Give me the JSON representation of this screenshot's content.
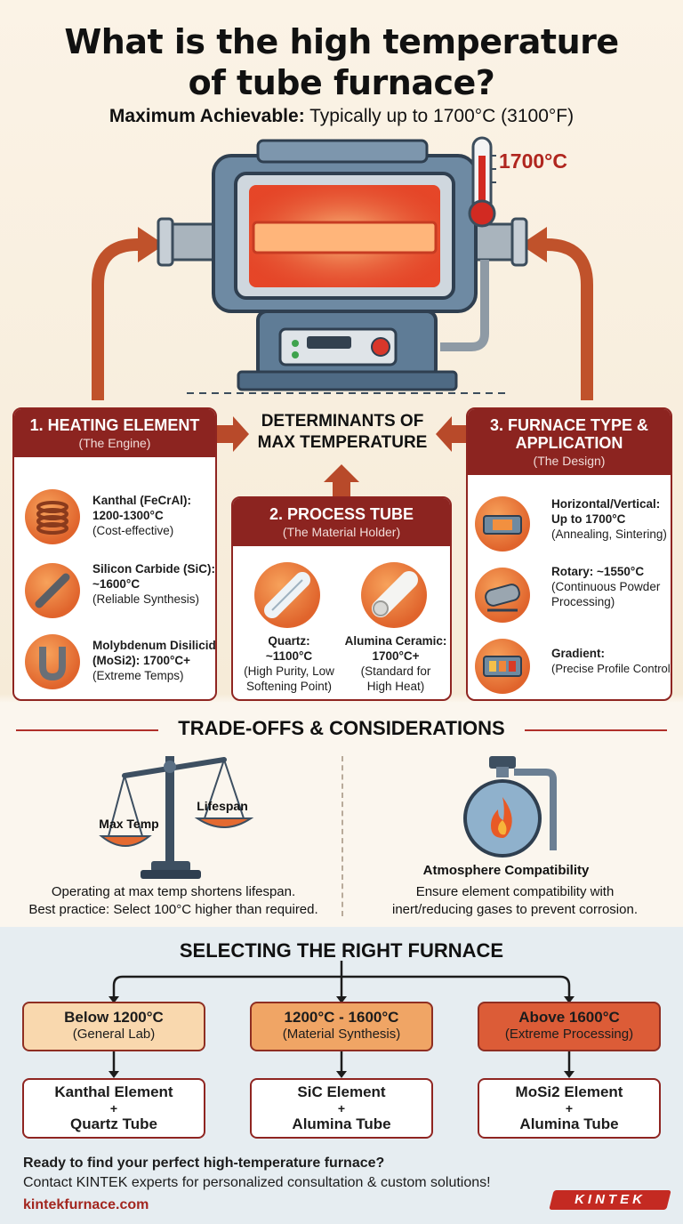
{
  "header": {
    "title_line1": "What is the high temperature",
    "title_line2": "of tube furnace?",
    "subtitle_bold": "Maximum Achievable:",
    "subtitle_rest": " Typically up to 1700°C (3100°F)"
  },
  "hero": {
    "temp_label": "1700°C"
  },
  "determinants": {
    "line1": "DETERMINANTS OF",
    "line2": "MAX TEMPERATURE"
  },
  "heating": {
    "heading": "1. HEATING ELEMENT",
    "sub": "(The Engine)",
    "items": [
      {
        "name": "Kanthal (FeCrAl):",
        "value": "1200-1300°C",
        "note": "(Cost-effective)"
      },
      {
        "name": "Silicon Carbide (SiC):",
        "value": "~1600°C",
        "note": "(Reliable Synthesis)"
      },
      {
        "name": "Molybdenum Disilicide",
        "value": "(MoSi2): 1700°C+",
        "note": "(Extreme Temps)"
      }
    ]
  },
  "tube": {
    "heading": "2. PROCESS TUBE",
    "sub": "(The Material Holder)",
    "items": [
      {
        "name": "Quartz:",
        "value": "~1100°C",
        "note1": "(High Purity, Low",
        "note2": "Softening Point)"
      },
      {
        "name": "Alumina Ceramic:",
        "value": "1700°C+",
        "note1": "(Standard for",
        "note2": "High Heat)"
      }
    ]
  },
  "furnace_type": {
    "heading1": "3. FURNACE TYPE &",
    "heading2": "APPLICATION",
    "sub": "(The Design)",
    "items": [
      {
        "name": "Horizontal/Vertical:",
        "value": "Up to 1700°C",
        "note": "(Annealing, Sintering)"
      },
      {
        "name": "Rotary: ~1550°C",
        "value": "(Continuous Powder",
        "note": "Processing)"
      },
      {
        "name": "Gradient:",
        "value": "",
        "note": "(Precise Profile Control)"
      }
    ]
  },
  "tradeoffs": {
    "title": "TRADE-OFFS & CONSIDERATIONS",
    "max_temp": "Max Temp",
    "lifespan": "Lifespan",
    "left_line1": "Operating at max temp shortens lifespan.",
    "left_line2": "Best practice: Select 100°C higher than required.",
    "right_title": "Atmosphere Compatibility",
    "right_line1": "Ensure element compatibility with",
    "right_line2": "inert/reducing gases to prevent corrosion."
  },
  "selecting": {
    "title": "SELECTING THE RIGHT FURNACE",
    "ranges": [
      {
        "range": "Below 1200°C",
        "use": "(General Lab)",
        "color": "#f9d8ae"
      },
      {
        "range": "1200°C - 1600°C",
        "use": "(Material Synthesis)",
        "color": "#f0a565"
      },
      {
        "range": "Above 1600°C",
        "use": "(Extreme Processing)",
        "color": "#dc5c37"
      }
    ],
    "results": [
      {
        "element": "Kanthal Element",
        "plus": "+",
        "tube": "Quartz Tube"
      },
      {
        "element": "SiC Element",
        "plus": "+",
        "tube": "Alumina Tube"
      },
      {
        "element": "MoSi2 Element",
        "plus": "+",
        "tube": "Alumina Tube"
      }
    ]
  },
  "footer": {
    "cta1": "Ready to find your perfect high-temperature furnace?",
    "cta2": "Contact KINTEK experts for personalized consultation & custom solutions!",
    "url": "kintekfurnace.com",
    "logo": "KINTEK"
  },
  "colors": {
    "brand_red": "#8c2420",
    "accent_orange": "#e0642c"
  }
}
